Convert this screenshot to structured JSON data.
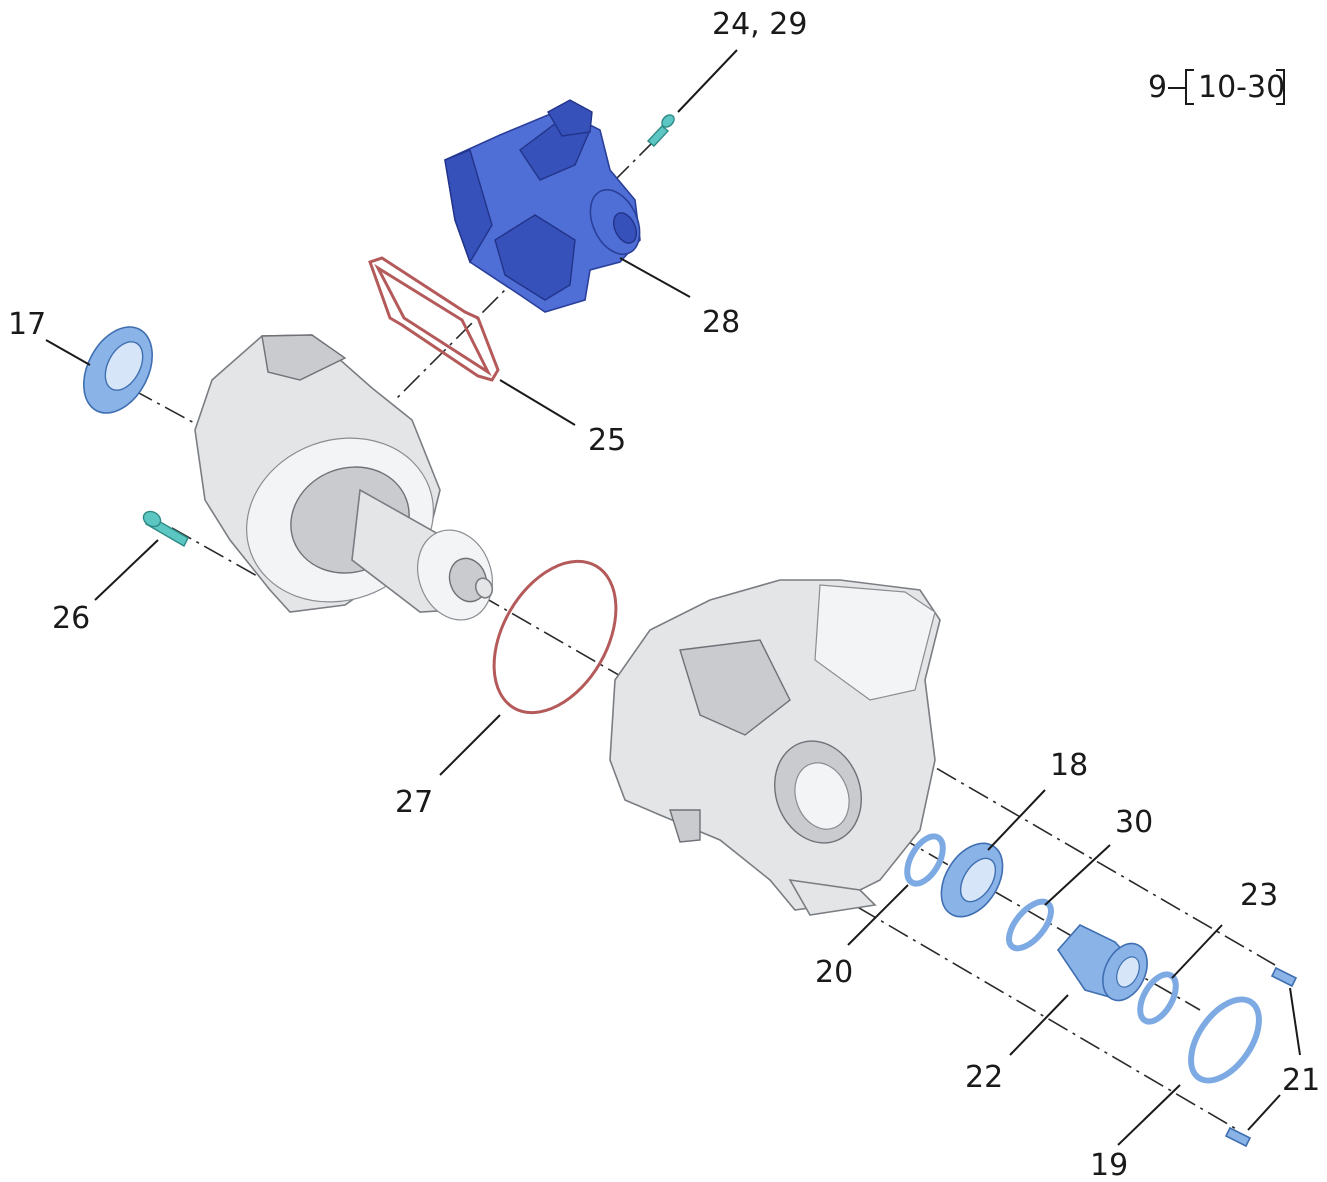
{
  "reference": {
    "group": "9",
    "range": "10-30"
  },
  "callouts": {
    "c17": "17",
    "c18": "18",
    "c19": "19",
    "c20": "20",
    "c21a": "21",
    "c21b": "21",
    "c22": "22",
    "c23": "23",
    "c2429": "24, 29",
    "c25": "25",
    "c26": "26",
    "c27": "27",
    "c28": "28",
    "c30": "30"
  },
  "colors": {
    "housing": "#e4e5e7",
    "actuator": "#4f6fd6",
    "seals": "#8ab3e8",
    "gasket": "#b45a5a",
    "bolts": "#5cc7c2"
  }
}
